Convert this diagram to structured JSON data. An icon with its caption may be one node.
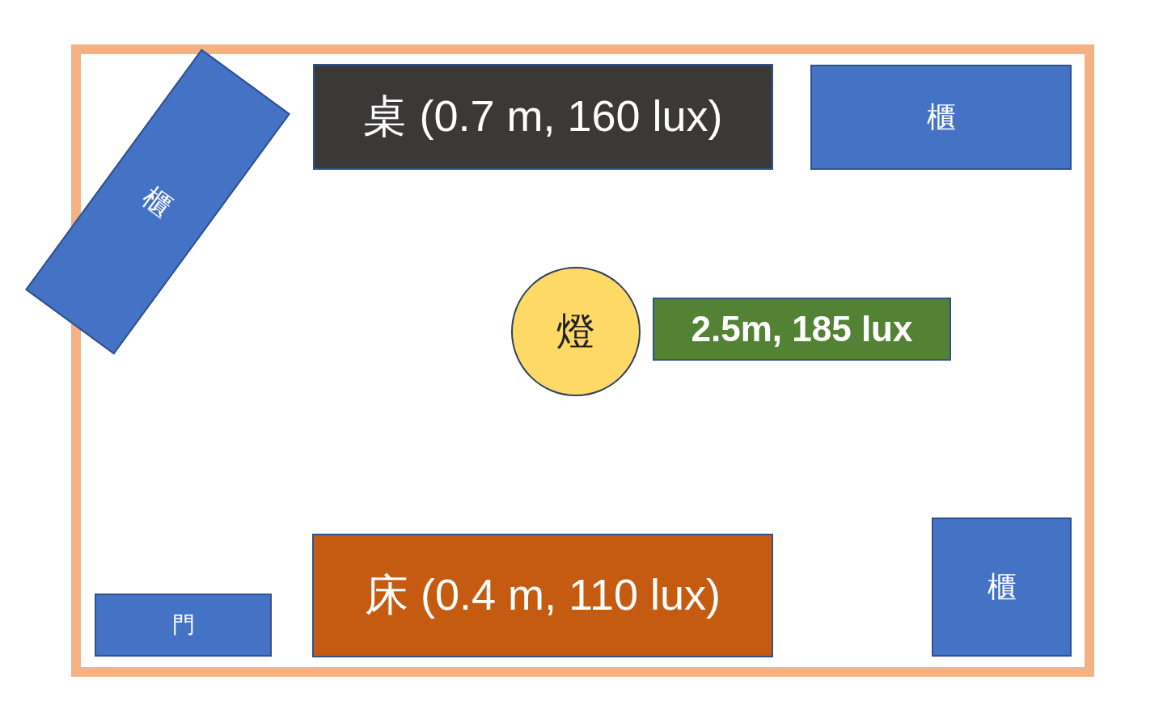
{
  "diagram": {
    "nodes": [
      {
        "text": [
          "櫃"
        ]
      },
      {
        "text": [
          "桌 (0.7 m, 160 lux)"
        ]
      },
      {
        "text": [
          "櫃"
        ]
      },
      {
        "text": [
          "燈"
        ]
      },
      {
        "text": [
          "2.5m, 185 lux"
        ]
      },
      {
        "text": [
          "門"
        ]
      },
      {
        "text": [
          "床 (0.4 m, 110 lux)"
        ]
      },
      {
        "text": [
          "櫃"
        ]
      }
    ]
  }
}
